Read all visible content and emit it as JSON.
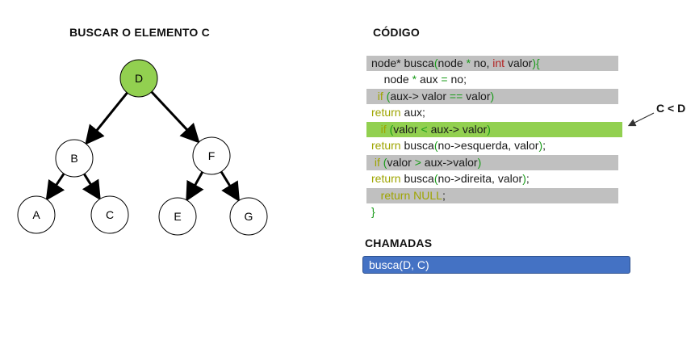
{
  "tree_title": "BUSCAR O ELEMENTO C",
  "code_title": "CÓDIGO",
  "calls_title": "CHAMADAS",
  "colors": {
    "highlight_node": "#92d050",
    "gray_band": "#c0c0c0",
    "green_band": "#92d050",
    "call_bar": "#4472c4"
  },
  "tree": {
    "highlighted": "D",
    "nodes": [
      {
        "id": "D",
        "label": "D"
      },
      {
        "id": "B",
        "label": "B"
      },
      {
        "id": "F",
        "label": "F"
      },
      {
        "id": "A",
        "label": "A"
      },
      {
        "id": "C",
        "label": "C"
      },
      {
        "id": "E",
        "label": "E"
      },
      {
        "id": "G",
        "label": "G"
      }
    ],
    "edges": [
      [
        "D",
        "B"
      ],
      [
        "D",
        "F"
      ],
      [
        "B",
        "A"
      ],
      [
        "B",
        "C"
      ],
      [
        "F",
        "E"
      ],
      [
        "F",
        "G"
      ]
    ]
  },
  "code": {
    "highlighted_line": 4,
    "lines": [
      "node* busca(node * no, int valor){",
      "    node * aux = no;",
      "  if (aux-> valor == valor)",
      "return aux;",
      "   if (valor < aux-> valor)",
      "return busca(no->esquerda, valor);",
      " if (valor > aux->valor)",
      "return busca(no->direita, valor);",
      "   return NULL;",
      "}"
    ]
  },
  "annotation": "C < D",
  "calls": [
    "busca(D, C)"
  ]
}
